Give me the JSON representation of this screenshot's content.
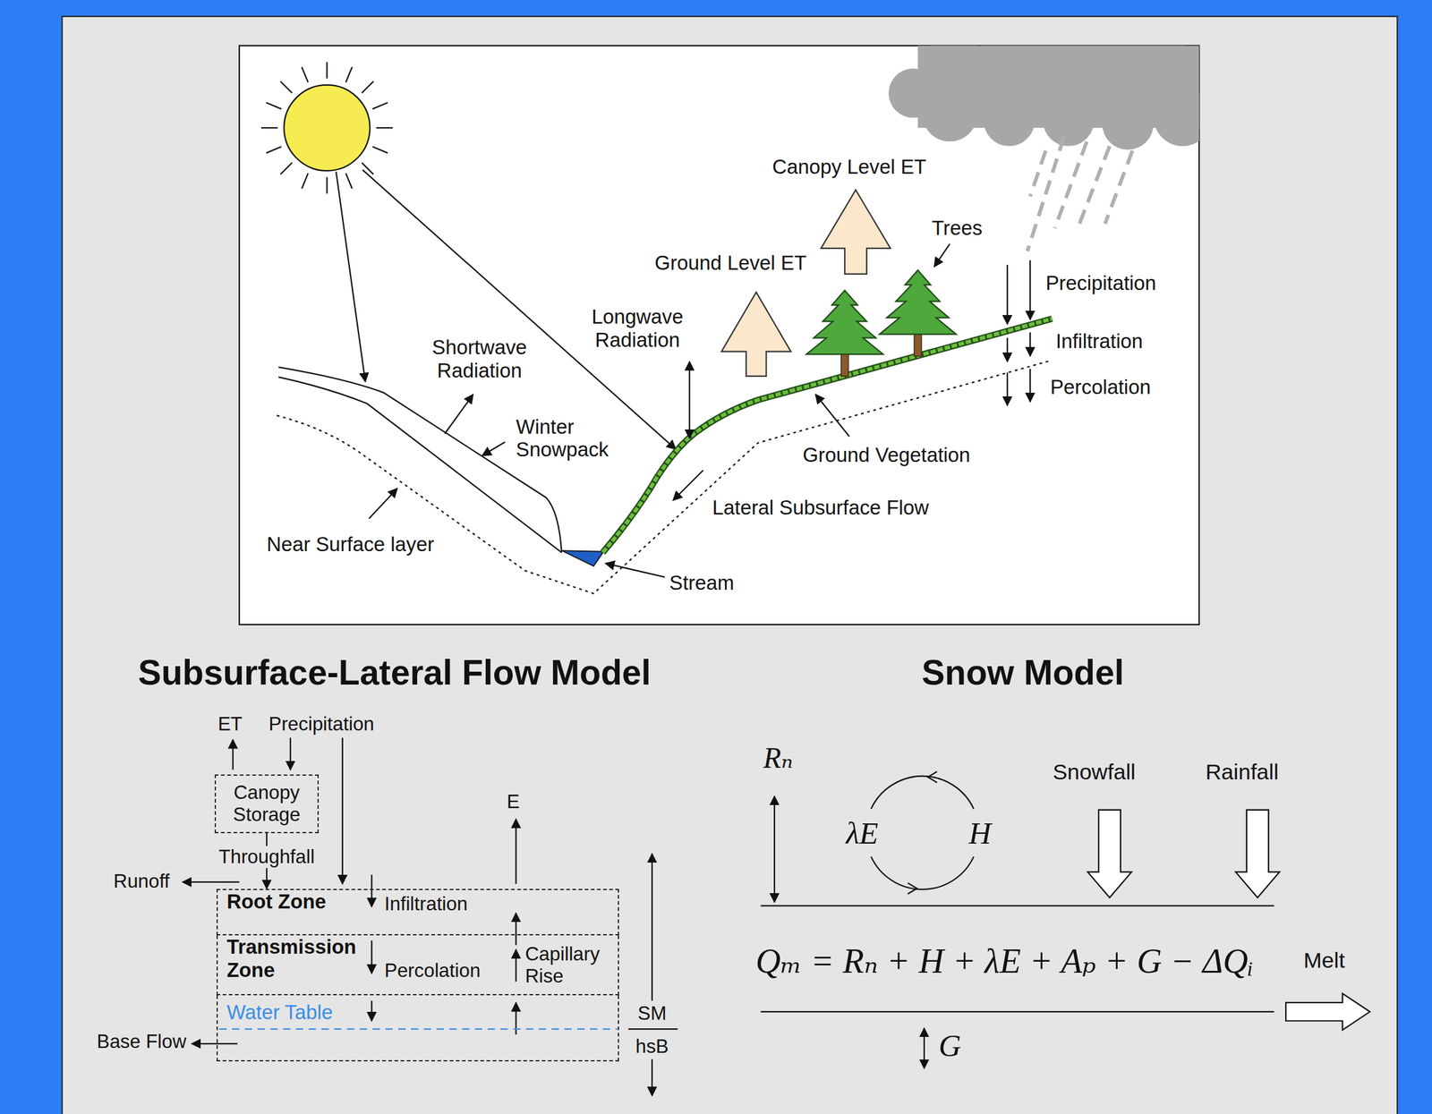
{
  "diagram": {
    "nodes": [
      {
        "text": [
          "Canopy Storage"
        ]
      },
      {
        "text": [
          "Root Zone"
        ]
      },
      {
        "text": [
          "Transmission Zone"
        ]
      },
      {
        "text": [
          "Water Table"
        ]
      }
    ],
    "edges": [
      {
        "from": 0,
        "to": 1,
        "arrow": "to",
        "label": "Throughfall"
      }
    ],
    "labels": [
      "Canopy Level ET",
      "Trees",
      "Ground Level ET",
      "Longwave Radiation",
      "Precipitation",
      "Infiltration",
      "Shortwave Radiation",
      "Percolation",
      "Winter Snowpack",
      "Ground Vegetation",
      "Lateral Subsurface Flow",
      "Near Surface layer",
      "Stream",
      "Subsurface-Lateral Flow Model",
      "Snow Model",
      "ET",
      "Precipitation",
      "E",
      "Runoff",
      "Infiltration",
      "Percolation",
      "Capillary Rise",
      "Base Flow",
      "SM",
      "hsB",
      "Rₙ",
      "λE",
      "H",
      "Snowfall",
      "Rainfall",
      "Qₘ = Rₙ + H + λE + Aₚ + G − ΔQᵢ",
      "Melt",
      "G"
    ]
  }
}
